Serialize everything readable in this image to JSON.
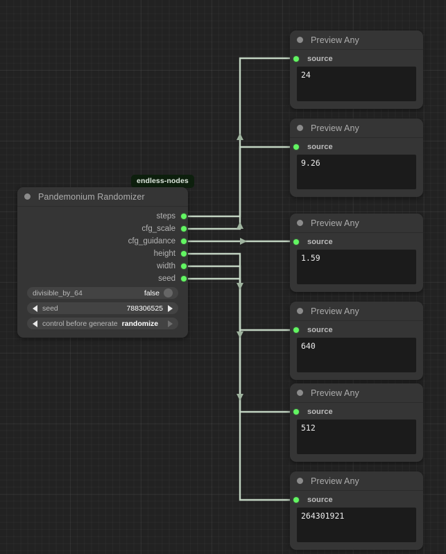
{
  "canvas": {
    "background": "#222222",
    "grid_color": "#2a2a2a",
    "link_color": "#c2d4c2",
    "slot_color": "#62f562",
    "node_body": "#353535",
    "node_header": "#353535",
    "textarea_background": "#1b1b1b"
  },
  "badge": {
    "label": "endless-nodes",
    "background": "#0d1f0d",
    "text_color": "#dfe8df"
  },
  "randomizer_node": {
    "title": "Pandemonium Randomizer",
    "collapse_dot": "collapse-dot-icon",
    "outputs": [
      {
        "name": "steps"
      },
      {
        "name": "cfg_scale"
      },
      {
        "name": "cfg_guidance"
      },
      {
        "name": "height"
      },
      {
        "name": "width"
      },
      {
        "name": "seed"
      }
    ],
    "widgets": [
      {
        "type": "toggle",
        "name": "divisible_by_64",
        "value": "false"
      },
      {
        "type": "number",
        "name": "seed",
        "value": "788306525",
        "left_arrow": "arrow-left-icon",
        "right_arrow": "arrow-right-icon"
      },
      {
        "type": "combo",
        "name": "control before generate",
        "value": "randomize",
        "left_arrow": "arrow-left-icon",
        "right_arrow": "arrow-right-icon"
      }
    ]
  },
  "preview_nodes": [
    {
      "title": "Preview Any",
      "input_label": "source",
      "value": "24"
    },
    {
      "title": "Preview Any",
      "input_label": "source",
      "value": "9.26"
    },
    {
      "title": "Preview Any",
      "input_label": "source",
      "value": "1.59"
    },
    {
      "title": "Preview Any",
      "input_label": "source",
      "value": "640"
    },
    {
      "title": "Preview Any",
      "input_label": "source",
      "value": "512"
    },
    {
      "title": "Preview Any",
      "input_label": "source",
      "value": "264301921"
    }
  ]
}
